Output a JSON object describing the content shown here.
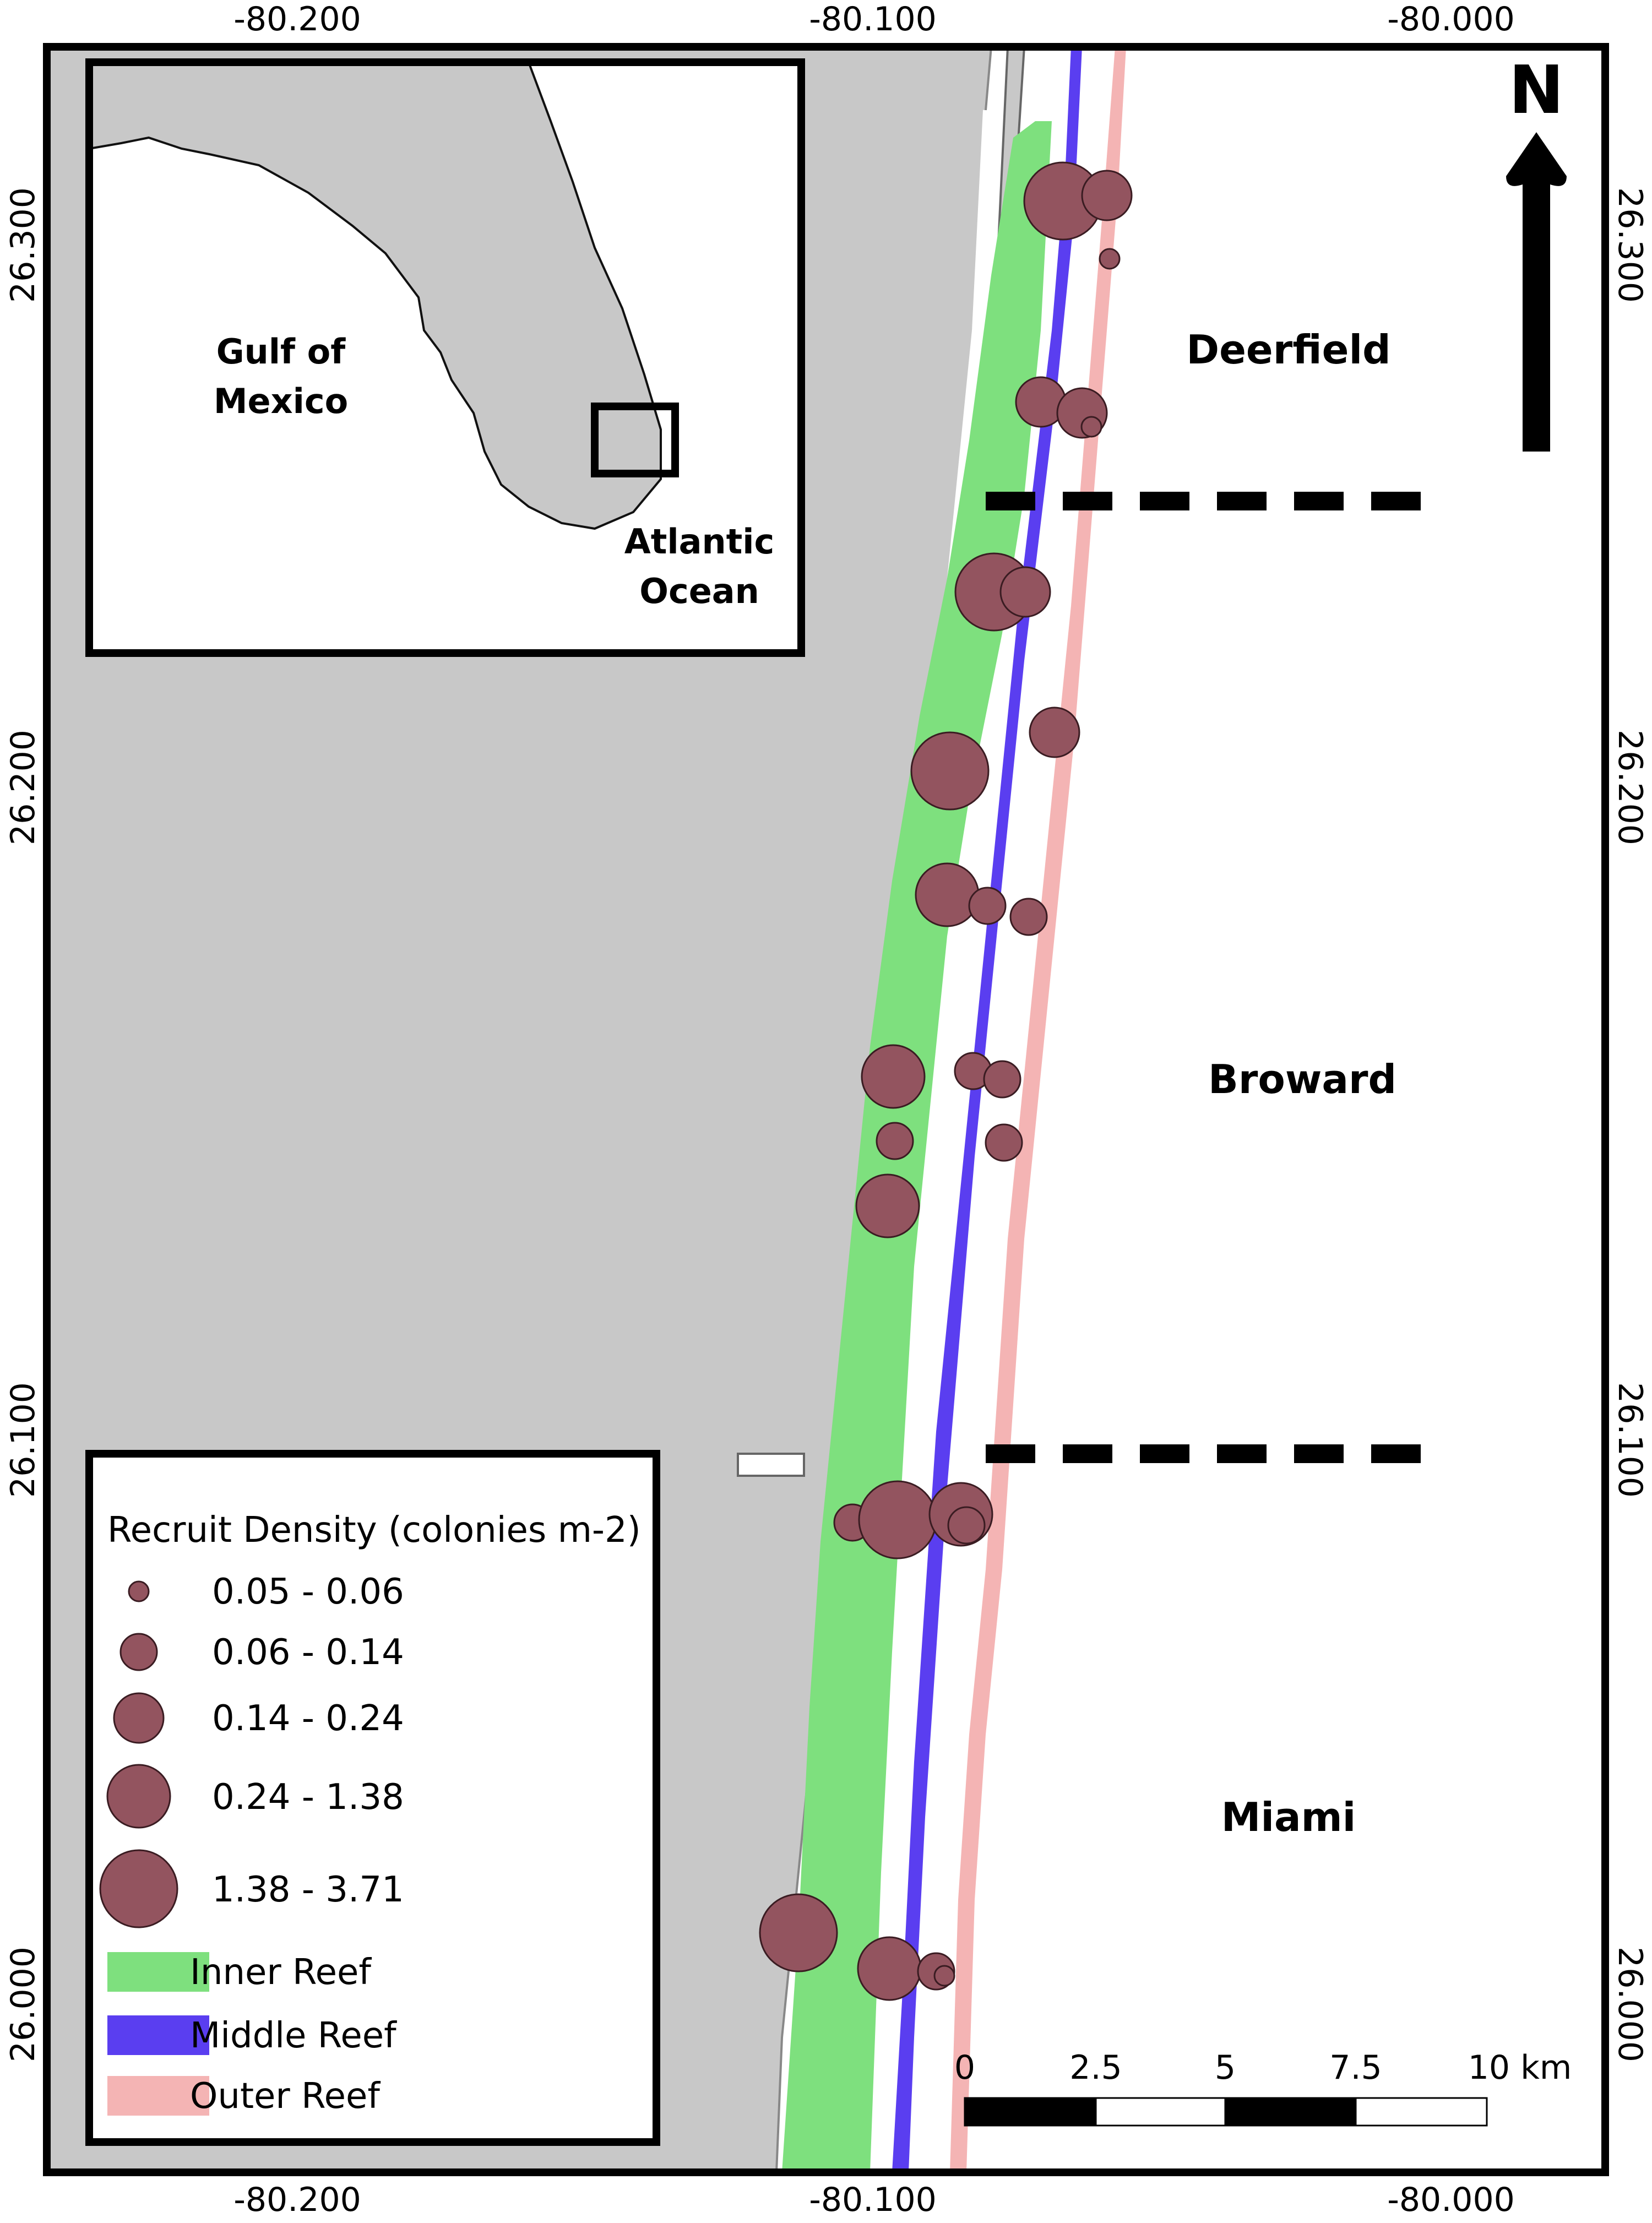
{
  "map": {
    "ticks": {
      "x": [
        "-80.200",
        "-80.100",
        "-80.000"
      ],
      "y": [
        "26.300",
        "26.200",
        "26.100",
        "26.000"
      ]
    },
    "region_labels": {
      "deerfield": "Deerfield",
      "broward": "Broward",
      "miami": "Miami"
    },
    "north_label": "N",
    "inset": {
      "gulf": [
        "Gulf of",
        "Mexico"
      ],
      "atlantic": [
        "Atlantic",
        "Ocean"
      ]
    },
    "scale_bar": {
      "labels": [
        "0",
        "2.5",
        "5",
        "7.5",
        "10 km"
      ]
    },
    "legend": {
      "title": "Recruit Density (colonies m-2)",
      "density_classes": [
        {
          "label": "0.05 - 0.06"
        },
        {
          "label": "0.06 - 0.14"
        },
        {
          "label": "0.14 - 0.24"
        },
        {
          "label": "0.24 - 1.38"
        },
        {
          "label": "1.38 - 3.71"
        }
      ],
      "reefs": [
        {
          "label": "Inner Reef",
          "color": "#7ee07e"
        },
        {
          "label": "Middle Reef",
          "color": "#5a3ef0"
        },
        {
          "label": "Outer Reef",
          "color": "#f4b4b4"
        }
      ]
    },
    "colors": {
      "land": "#c8c8c8",
      "water": "#ffffff",
      "site_fill": "#93545f",
      "site_stroke": "#3a1c22"
    }
  }
}
